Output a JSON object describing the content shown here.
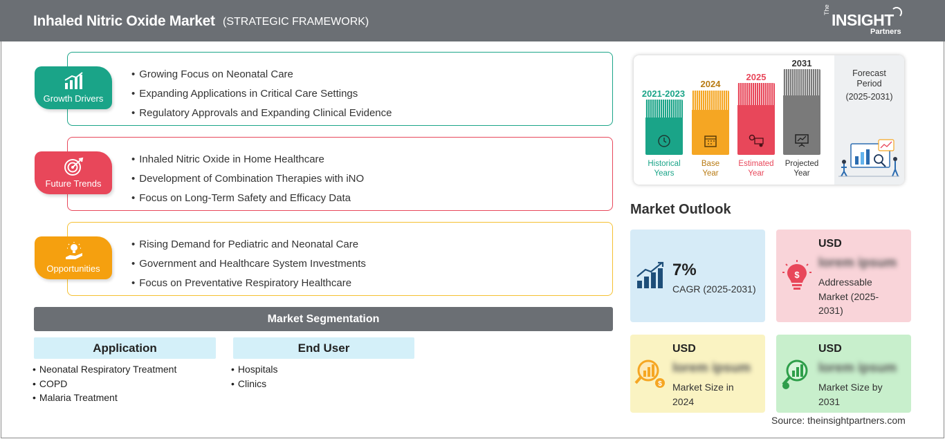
{
  "header": {
    "title": "Inhaled Nitric Oxide Market",
    "subtitle": "(STRATEGIC FRAMEWORK)",
    "logo": {
      "the": "The",
      "word": "INSIGHT",
      "partners": "Partners"
    }
  },
  "framework": [
    {
      "label": "Growth Drivers",
      "icon": "growth-chart-icon",
      "color": "#1aa488",
      "bullets": [
        "Growing Focus on Neonatal Care",
        "Expanding Applications in Critical Care Settings",
        "Regulatory Approvals and Expanding Clinical Evidence"
      ]
    },
    {
      "label": "Future Trends",
      "icon": "target-icon",
      "color": "#e8475a",
      "bullets": [
        "Inhaled Nitric Oxide in Home Healthcare",
        "Development of Combination Therapies with iNO",
        "Focus on Long-Term Safety and Efficacy Data"
      ]
    },
    {
      "label": "Opportunities",
      "icon": "lightbulb-hand-icon",
      "color": "#f5a623",
      "bullets": [
        "Rising Demand for Pediatric and Neonatal Care",
        "Government and Healthcare System Investments",
        "Focus on Preventative Respiratory Healthcare"
      ]
    }
  ],
  "segmentation": {
    "title": "Market Segmentation",
    "groups": [
      {
        "name": "Application",
        "items": [
          "Neonatal Respiratory Treatment",
          "COPD",
          "Malaria Treatment"
        ]
      },
      {
        "name": "End User",
        "items": [
          "Hospitals",
          "Clinics"
        ]
      }
    ]
  },
  "timeline": {
    "periods": [
      {
        "year": "2021-2023",
        "label1": "Historical",
        "label2": "Years",
        "color": "#1aa488",
        "icon": "history-icon"
      },
      {
        "year": "2024",
        "label1": "Base",
        "label2": "Year",
        "color": "#f5a623",
        "icon": "calendar-icon"
      },
      {
        "year": "2025",
        "label1": "Estimated",
        "label2": "Year",
        "color": "#e8475a",
        "icon": "gear-chart-icon"
      },
      {
        "year": "2031",
        "label1": "Projected",
        "label2": "Year",
        "color": "#7a7a7a",
        "icon": "presentation-icon"
      }
    ],
    "forecast_title1": "Forecast",
    "forecast_title2": "Period",
    "forecast_period": "(2025-2031)"
  },
  "outlook": {
    "title": "Market Outlook",
    "cagr": {
      "value": "7%",
      "label": "CAGR (2025-2031)",
      "color": "#d6ebf7"
    },
    "addressable": {
      "currency": "USD",
      "value": "lorem ipsum",
      "label1": "Addressable",
      "label2": "Market (2025-",
      "label3": "2031)",
      "color": "#f9d4d9"
    },
    "size_2024": {
      "currency": "USD",
      "value": "lorem ipsum",
      "label1": "Market Size in",
      "label2": "2024",
      "color": "#faf3c2"
    },
    "size_2031": {
      "currency": "USD",
      "value": "lorem ipsum",
      "label1": "Market Size by",
      "label2": "2031",
      "color": "#c8efcc"
    }
  },
  "source": "Source: theinsightpartners.com"
}
